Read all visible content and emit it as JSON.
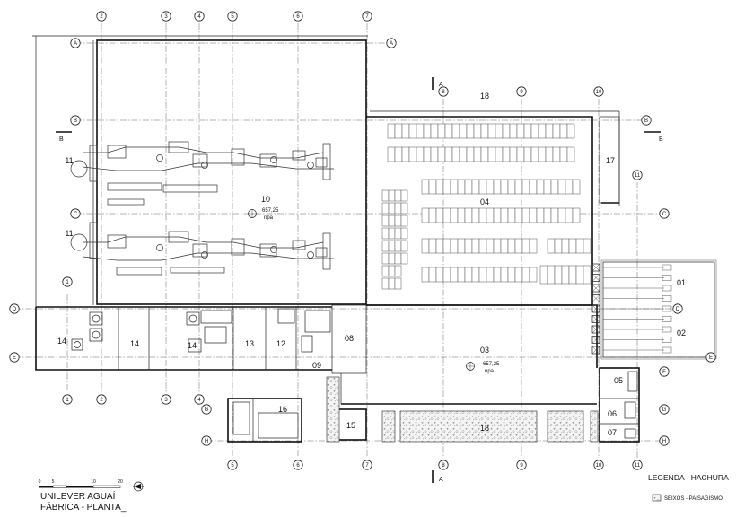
{
  "project": {
    "client": "UNILEVER AGUAÍ",
    "sheet": "FÁBRICA - PLANTA_"
  },
  "scale_bar": {
    "ticks": [
      "0",
      "5",
      "10",
      "20"
    ]
  },
  "legend": {
    "title": "LEGENDA - HACHURA",
    "items": [
      {
        "label": "SEIXOS - PAISAGISMO",
        "pattern": "gravel"
      }
    ]
  },
  "section_marks": [
    {
      "label": "A"
    },
    {
      "label": "B"
    }
  ],
  "grid_axes": {
    "columns": [
      "1",
      "2",
      "3",
      "4",
      "5",
      "6",
      "7",
      "8",
      "9",
      "10",
      "11"
    ],
    "rows": [
      "A",
      "B",
      "C",
      "D",
      "E",
      "F",
      "G",
      "H"
    ]
  },
  "rooms": [
    {
      "number": "01"
    },
    {
      "number": "02"
    },
    {
      "number": "03",
      "level": "657,25",
      "level_label": "npa"
    },
    {
      "number": "04"
    },
    {
      "number": "05"
    },
    {
      "number": "06"
    },
    {
      "number": "07"
    },
    {
      "number": "08"
    },
    {
      "number": "09"
    },
    {
      "number": "10",
      "level": "657,25",
      "level_label": "npa"
    },
    {
      "number": "11"
    },
    {
      "number": "12"
    },
    {
      "number": "13"
    },
    {
      "number": "14"
    },
    {
      "number": "15"
    },
    {
      "number": "16"
    },
    {
      "number": "17"
    },
    {
      "number": "18"
    }
  ],
  "colors": {
    "line": "#111111",
    "gravel_hatch": "#bdbdbd",
    "background": "#ffffff"
  }
}
